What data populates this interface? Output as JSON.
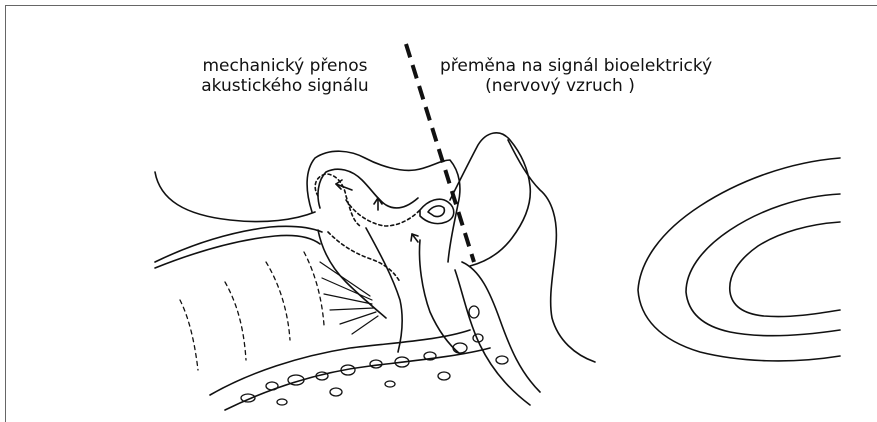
{
  "labels": {
    "left_line1": "mechanický přenos",
    "left_line2": "akustického signálu",
    "right_line1": "přeměna na signál bioelektrický",
    "right_line2": "(nervový vzruch )"
  }
}
